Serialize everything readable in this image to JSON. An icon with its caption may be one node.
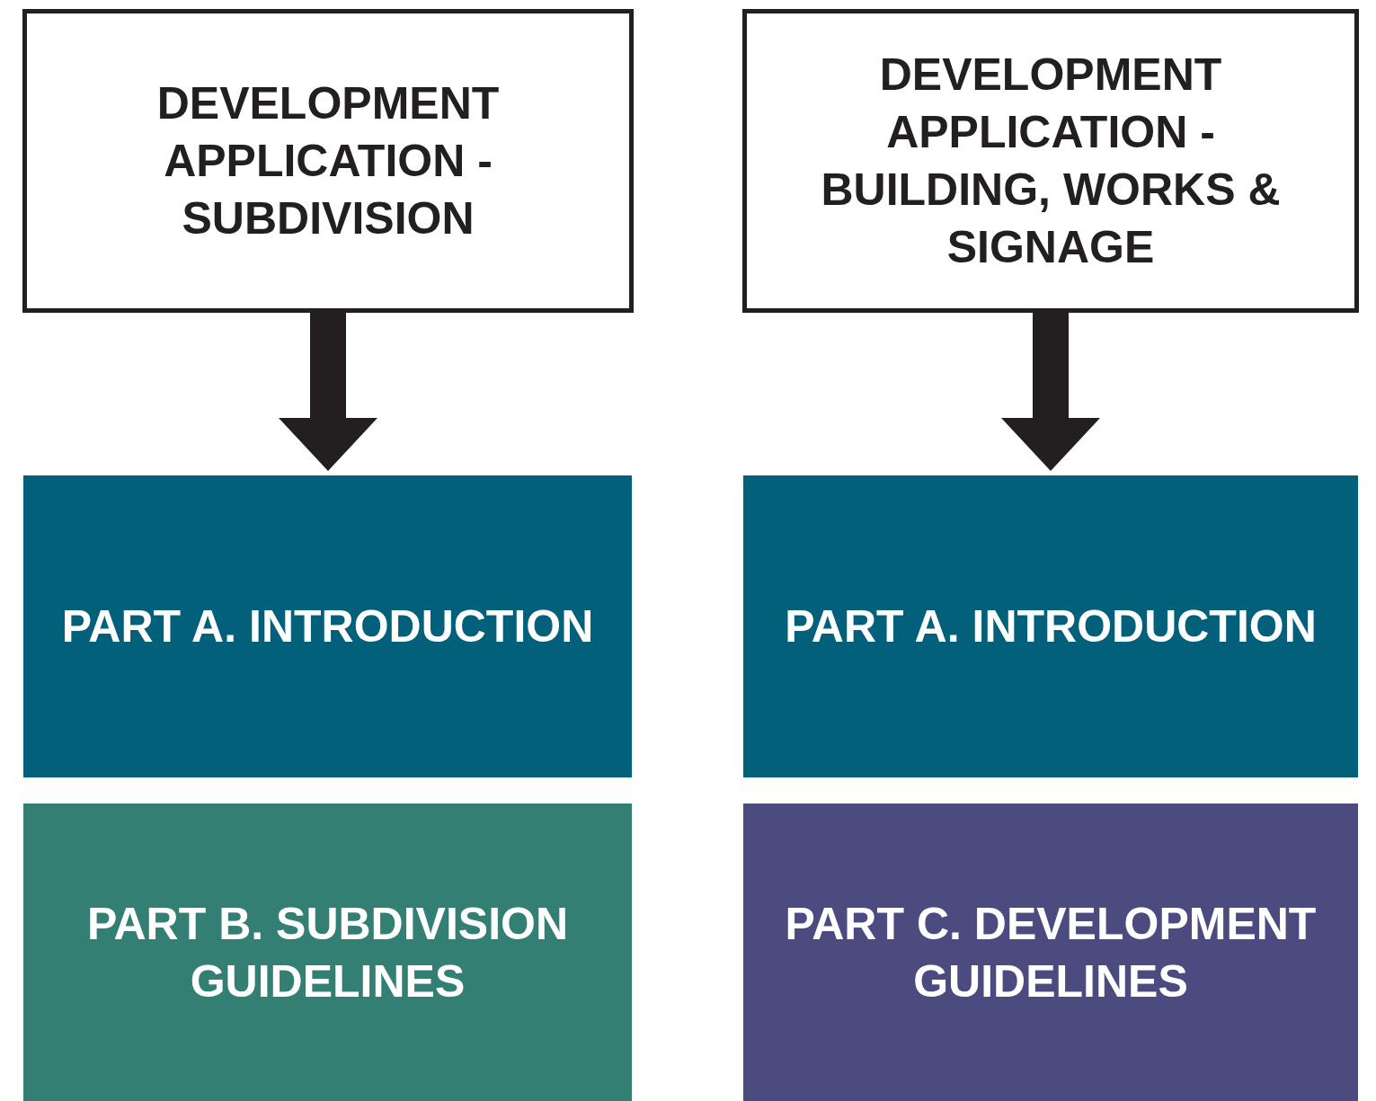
{
  "diagram": {
    "nodes": [
      {
        "text": [
          "DEVELOPMENT APPLICATION - SUBDIVISION"
        ]
      },
      {
        "text": [
          "DEVELOPMENT APPLICATION - BUILDING, WORKS & SIGNAGE"
        ]
      },
      {
        "text": [
          "PART A. INTRODUCTION"
        ]
      },
      {
        "text": [
          "PART B. SUBDIVISION GUIDELINES"
        ]
      },
      {
        "text": [
          "PART A. INTRODUCTION"
        ]
      },
      {
        "text": [
          "PART C. DEVELOPMENT GUIDELINES"
        ]
      }
    ],
    "edges": [
      {
        "from": 0,
        "to": 2,
        "arrow": "to"
      },
      {
        "from": 1,
        "to": 4,
        "arrow": "to"
      }
    ]
  }
}
